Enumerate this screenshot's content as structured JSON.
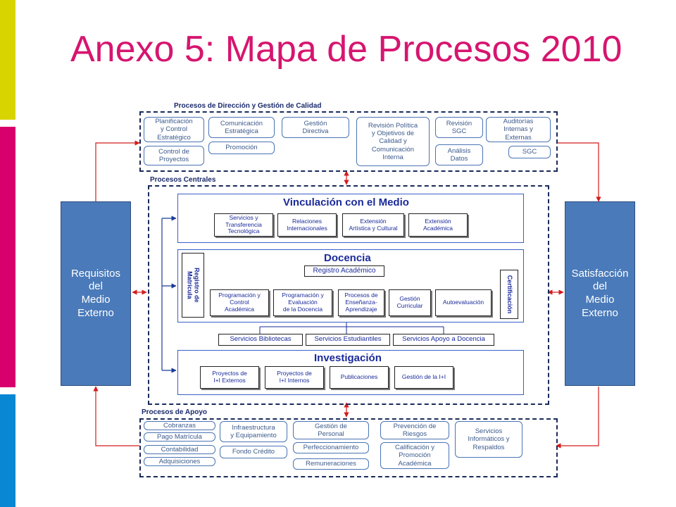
{
  "title": "Anexo 5: Mapa de Procesos 2010",
  "colors": {
    "title": "#d6156f",
    "stripe_yellow": "#d8d400",
    "stripe_magenta": "#d8006c",
    "stripe_blue": "#0a87d2",
    "side_fill": "#4a7ab9",
    "arrow_red": "#d41c1c"
  },
  "direccion": {
    "label": "Procesos de Dirección y Gestión de Calidad",
    "planificacion": "Planificación\ny Control\nEstratégico",
    "control_proyectos": "Control de\nProyectos",
    "comunicacion": "Comunicación\nEstratégica",
    "promocion": "Promoción",
    "gestion_directiva": "Gestión\nDirectiva",
    "revision_politica": "Revisión Política\ny Objetivos de\nCalidad y\nComunicación\nInterna",
    "revision_sgc": "Revisión\nSGC",
    "analisis_datos": "Análisis\nDatos",
    "auditorias": "Auditorías\nInternas y\nExternas",
    "sgc": "SGC"
  },
  "centrales": {
    "label": "Procesos Centrales",
    "vinculacion": {
      "title": "Vinculación con el Medio",
      "items": [
        "Servicios  y\nTransferencia\nTecnológica",
        "Relaciones\nInternacionales",
        "Extensión\nArtística y Cultural",
        "Extensión\nAcadémica"
      ]
    },
    "docencia": {
      "title": "Docencia",
      "registro_matricula": "Registro de\nMatrícula",
      "registro_academico": "Registro Académico",
      "certificacion": "Certificación",
      "items": [
        "Programación y\nControl\nAcadémica",
        "Programación y\nEvaluación\nde la Docencia",
        "Procesos de\nEnseñanza-\nAprendizaje",
        "Gestión\nCurricular",
        "Autoevaluación"
      ]
    },
    "servicios": [
      "Servicios Bibliotecas",
      "Servicios Estudiantiles",
      "Servicios Apoyo a Docencia"
    ],
    "investigacion": {
      "title": "Investigación",
      "items": [
        "Proyectos de\nI+I Externos",
        "Proyectos de\nI+I Internos",
        "Publicaciones",
        "Gestión de la I+I"
      ]
    }
  },
  "apoyo": {
    "label": "Procesos de Apoyo",
    "cobranzas": "Cobranzas",
    "pago_matricula": "Pago Matrícula",
    "contabilidad": "Contabilidad",
    "adquisiciones": "Adquisiciones",
    "infraestructura": "Infraestructura\ny Equipamiento",
    "fondo_credito": "Fondo Crédito",
    "gestion_personal": "Gestión de\nPersonal",
    "perfeccionamiento": "Perfeccionamiento",
    "remuneraciones": "Remuneraciones",
    "prevencion": "Prevención de\nRiesgos",
    "calificacion": "Calificación y\nPromoción\nAcadémica",
    "servicios_informaticos": "Servicios\nInformáticos y\nRespaldos"
  },
  "requisitos": "Requisitos\ndel\nMedio\nExterno",
  "satisfaccion": "Satisfacción\ndel\nMedio\nExterno"
}
